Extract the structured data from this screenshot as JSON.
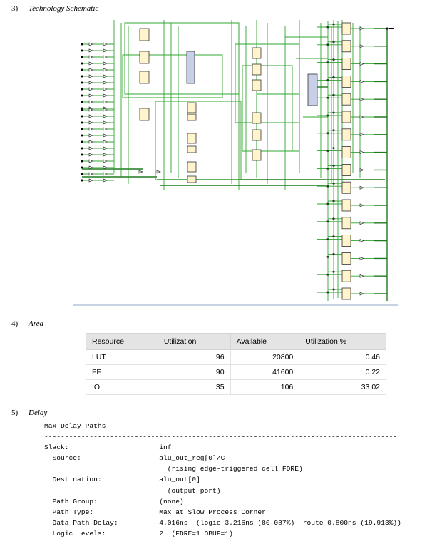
{
  "sections": {
    "schematic": {
      "number": "3)",
      "title": "Technology Schematic"
    },
    "area": {
      "number": "4)",
      "title": "Area"
    },
    "delay": {
      "number": "5)",
      "title": "Delay"
    }
  },
  "area_table": {
    "headers": [
      "Resource",
      "Utilization",
      "Available",
      "Utilization %"
    ],
    "rows": [
      [
        "LUT",
        "96",
        "20800",
        "0.46"
      ],
      [
        "FF",
        "90",
        "41600",
        "0.22"
      ],
      [
        "IO",
        "35",
        "106",
        "33.02"
      ]
    ]
  },
  "delay_report": {
    "title": "Max Delay Paths",
    "separator": "--------------------------------------------------------------------------------------",
    "slack_label": "Slack:",
    "slack_value": "inf",
    "source_label": "Source:",
    "source_value": "alu_out_reg[0]/C",
    "source_note": "(rising edge-triggered cell FDRE)",
    "destination_label": "Destination:",
    "destination_value": "alu_out[0]",
    "destination_note": "(output port)",
    "path_group_label": "Path Group:",
    "path_group_value": "(none)",
    "path_type_label": "Path Type:",
    "path_type_value": "Max at Slow Process Corner",
    "data_path_delay_label": "Data Path Delay:",
    "data_path_delay_value": "4.016ns  (logic 3.216ns (80.087%)  route 0.800ns (19.913%))",
    "logic_levels_label": "Logic Levels:",
    "logic_levels_value": "2  (FDRE=1 OBUF=1)"
  },
  "colors": {
    "wire": "#2fa52f",
    "wire_dark": "#1e7a1e",
    "cell_fill": "#fff4cc",
    "mux_fill": "#c8d0e8",
    "port": "#000000",
    "divider": "#8fa6c8"
  }
}
